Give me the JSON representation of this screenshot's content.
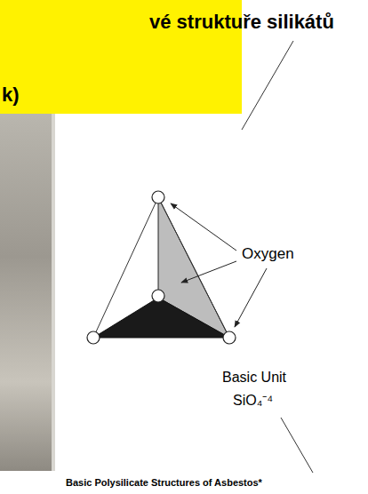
{
  "diagram": {
    "title": "vé struktuře silikátů",
    "caption": "Basic Polysilicate Structures of Asbestos*",
    "labels": [
      "k)",
      "Oxygen",
      "Basic Unit",
      "SiO₄⁻⁴"
    ]
  }
}
